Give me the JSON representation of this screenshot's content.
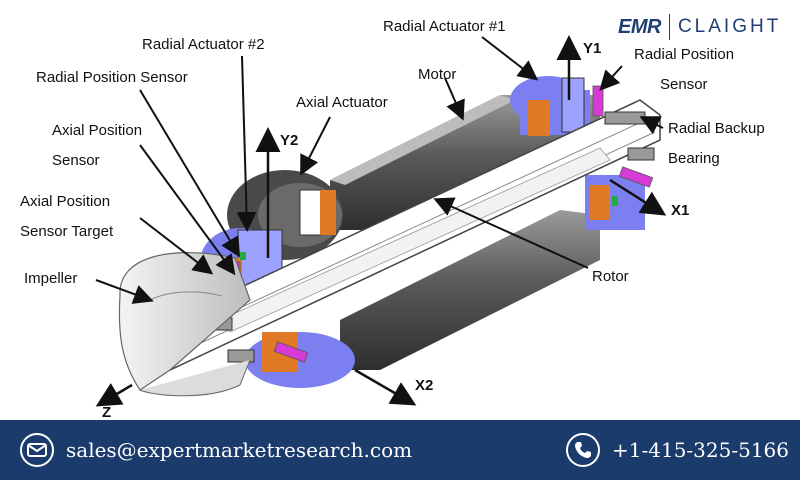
{
  "brand": {
    "emr": "EMR",
    "claight": "CLAIGHT"
  },
  "labels": {
    "radial_actuator_2": "Radial Actuator #2",
    "radial_position_sensor_left": "Radial Position Sensor",
    "axial_position_sensor_line1": "Axial Position",
    "axial_position_sensor_line2": "Sensor",
    "axial_sensor_target_line1": "Axial Position",
    "axial_sensor_target_line2": "Sensor Target",
    "impeller": "Impeller",
    "axial_actuator": "Axial Actuator",
    "motor": "Motor",
    "radial_actuator_1": "Radial Actuator #1",
    "radial_position_sensor_right_line1": "Radial Position",
    "radial_position_sensor_right_line2": "Sensor",
    "radial_backup_bearing_line1": "Radial Backup",
    "radial_backup_bearing_line2": "Bearing",
    "rotor": "Rotor",
    "axis_y1": "Y1",
    "axis_y2": "Y2",
    "axis_x1": "X1",
    "axis_x2": "X2",
    "axis_z": "Z"
  },
  "footer": {
    "email": "sales@expertmarketresearch.com",
    "phone": "+1-415-325-5166"
  },
  "icons": {
    "email": "mail-icon",
    "phone": "phone-icon"
  },
  "colors": {
    "footer_bg": "#1a3b6b",
    "actuator": "#7b7ff0",
    "coil": "#e07a26",
    "sensor": "#d83ad8",
    "housing": "#4a4a4a"
  }
}
